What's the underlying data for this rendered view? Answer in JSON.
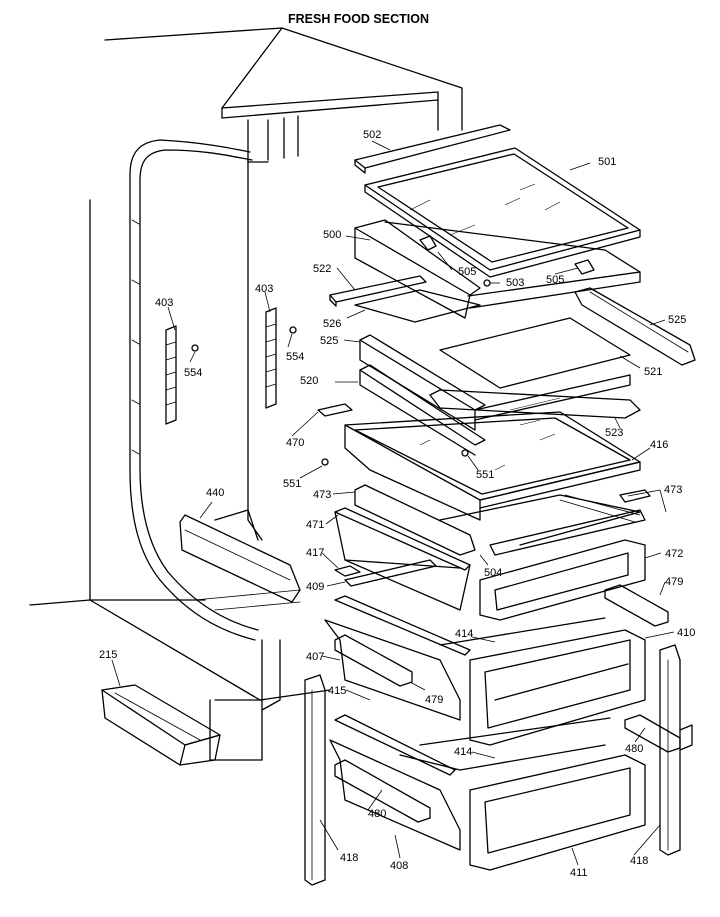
{
  "title": "FRESH FOOD SECTION",
  "labels": {
    "p502": "502",
    "p501": "501",
    "p500": "500",
    "p505a": "505",
    "p503": "503",
    "p505b": "505",
    "p522": "522",
    "p525a": "525",
    "p526": "526",
    "p525b": "525",
    "p403a": "403",
    "p403b": "403",
    "p554a": "554",
    "p554b": "554",
    "p521": "521",
    "p520": "520",
    "p523": "523",
    "p470": "470",
    "p416": "416",
    "p551a": "551",
    "p551b": "551",
    "p473a": "473",
    "p473b": "473",
    "p440": "440",
    "p471": "471",
    "p472": "472",
    "p417": "417",
    "p504": "504",
    "p479a": "479",
    "p409": "409",
    "p414a": "414",
    "p410": "410",
    "p215": "215",
    "p407": "407",
    "p479b": "479",
    "p415": "415",
    "p414b": "414",
    "p480a": "480",
    "p480b": "480",
    "p418a": "418",
    "p408": "408",
    "p411": "411",
    "p418b": "418"
  }
}
